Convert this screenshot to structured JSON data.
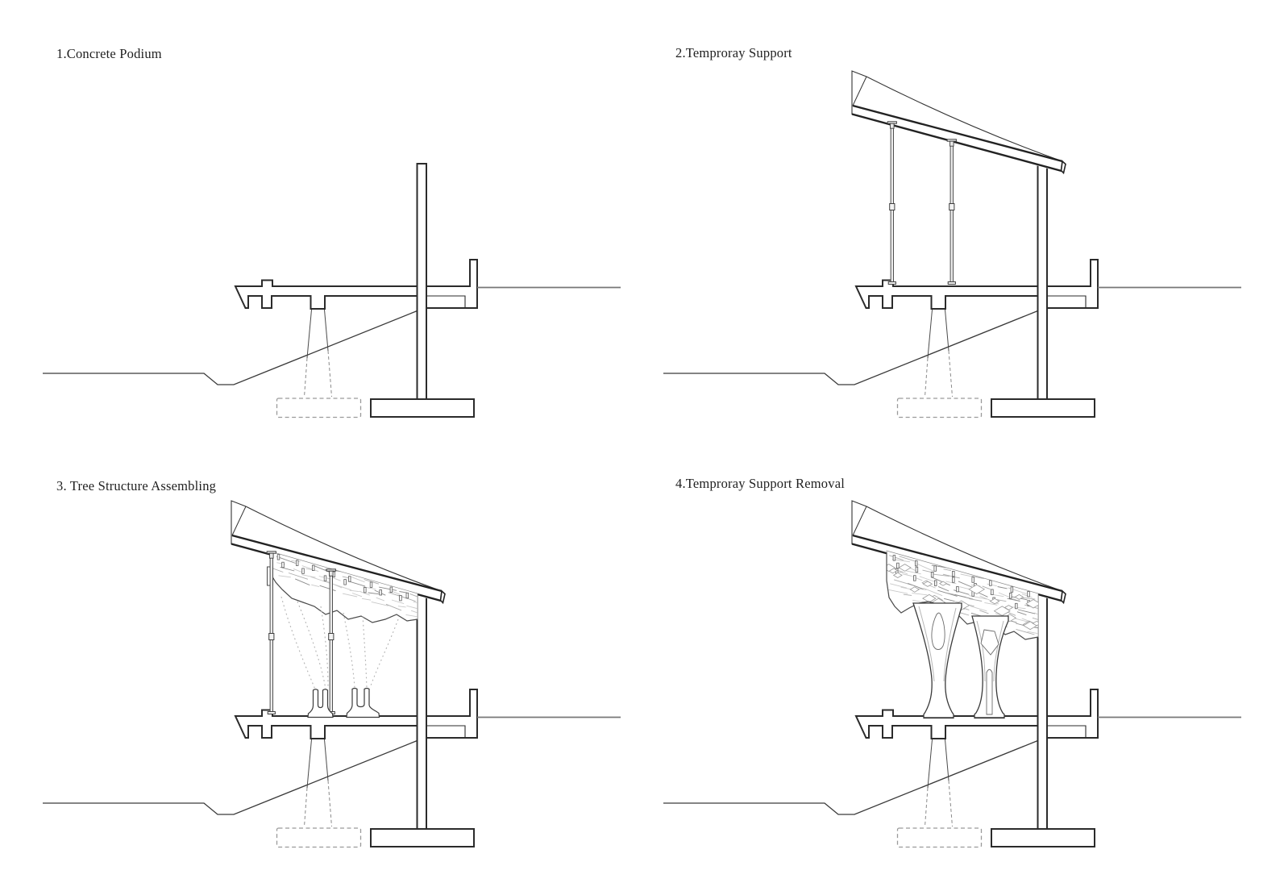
{
  "page": {
    "background": "#ffffff",
    "ink_color": "#2b2b2b",
    "thin_line_color": "#3a3a3a",
    "ground_line_color": "#777777",
    "dashed_line_color": "#999999",
    "texture_color": "#bdbdbd"
  },
  "panels": [
    {
      "id": "concrete-podium",
      "title": "1.Concrete Podium"
    },
    {
      "id": "temporary-support",
      "title": "2.Temproray Support"
    },
    {
      "id": "tree-structure-assembling",
      "title": "3. Tree Structure Assembling"
    },
    {
      "id": "temporary-support-removal",
      "title": "4.Temproray Support Removal"
    }
  ]
}
